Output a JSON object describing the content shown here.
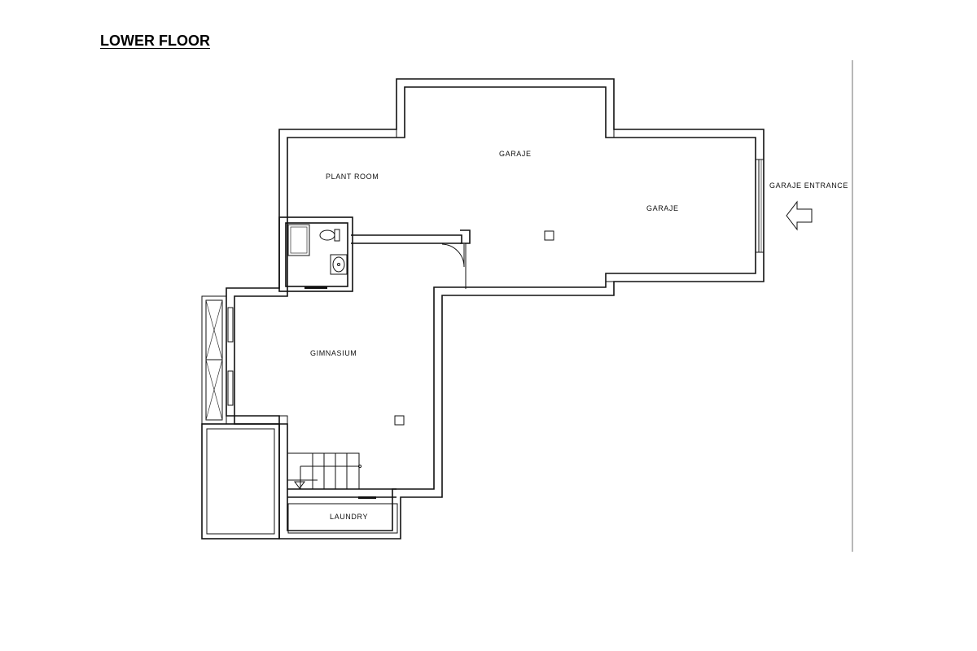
{
  "title": "LOWER FLOOR",
  "rooms": {
    "plant_room": "PLANT ROOM",
    "garaje_upper": "GARAJE",
    "garaje_right": "GARAJE",
    "gym": "GIMNASIUM",
    "laundry": "LAUNDRY"
  },
  "entrance": {
    "label": "GARAJE ENTRANCE",
    "icon": "arrow-left-icon"
  }
}
